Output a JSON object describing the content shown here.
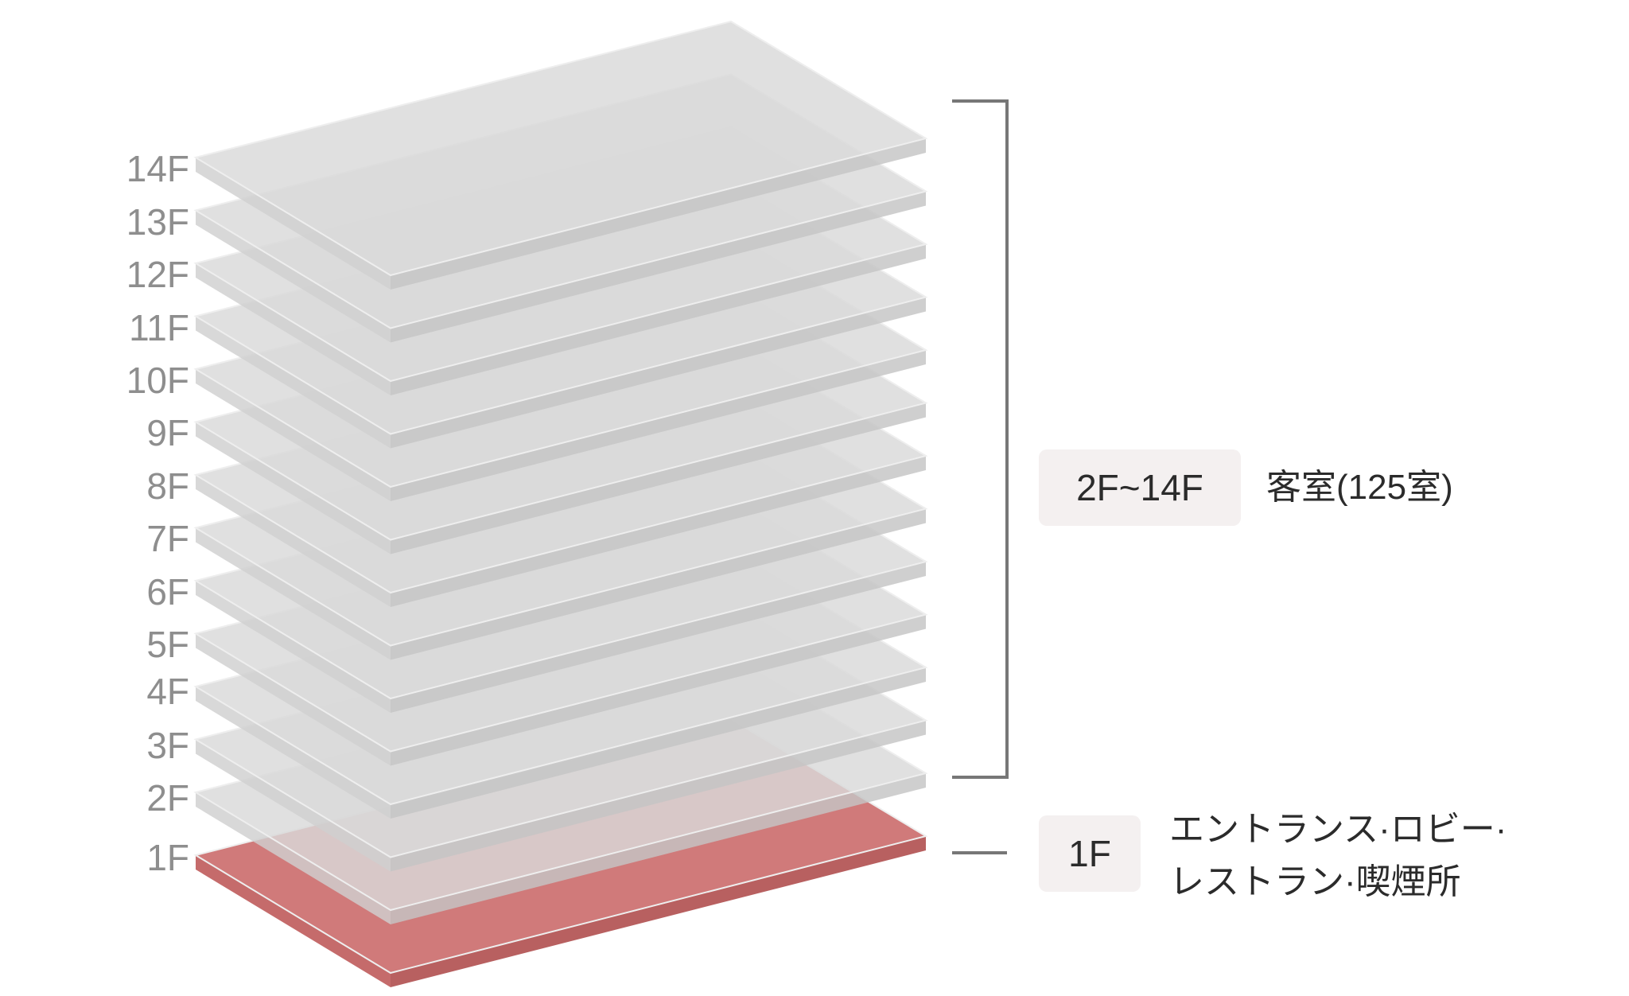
{
  "floors": [
    "14F",
    "13F",
    "12F",
    "11F",
    "10F",
    "9F",
    "8F",
    "7F",
    "6F",
    "5F",
    "4F",
    "3F",
    "2F",
    "1F"
  ],
  "upper_group": {
    "range": "2F~14F",
    "description": "客室(125室)"
  },
  "lower_group": {
    "range": "1F",
    "description_line1": "エントランス·ロビー·",
    "description_line2": "レストラン·喫煙所"
  },
  "colors": {
    "upper_slab": "#d9d9d9",
    "ground_slab": "#d07a7a",
    "bracket": "#777777"
  }
}
